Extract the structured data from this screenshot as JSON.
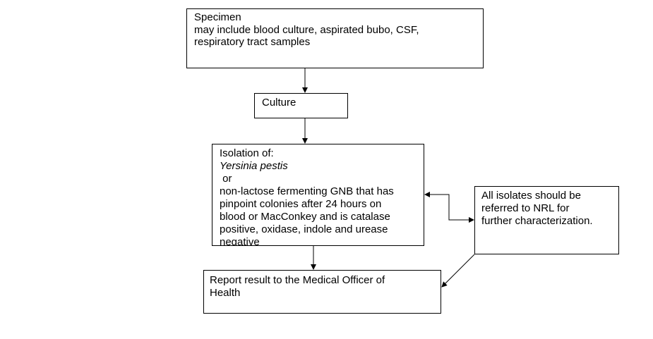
{
  "diagram": {
    "specimen_box": {
      "lines": [
        "Specimen",
        "may include blood culture, aspirated bubo, CSF,",
        "respiratory tract samples"
      ]
    },
    "culture_box": {
      "label": "Culture"
    },
    "isolation_box": {
      "heading": "Isolation of:",
      "organism": "Yersinia pestis",
      "connector": " or",
      "criteria_lines": [
        "non-lactose fermenting GNB that has",
        "pinpoint colonies after 24 hours on",
        "blood or MacConkey and is catalase",
        "positive, oxidase, indole and urease",
        "negative"
      ]
    },
    "referral_box": {
      "lines": [
        "All isolates should be",
        "referred to NRL for",
        "further characterization."
      ]
    },
    "report_box": {
      "lines": [
        "Report result to the Medical Officer of",
        "Health"
      ]
    },
    "colors": {
      "line": "#000000",
      "background": "#ffffff",
      "text": "#000000"
    }
  }
}
